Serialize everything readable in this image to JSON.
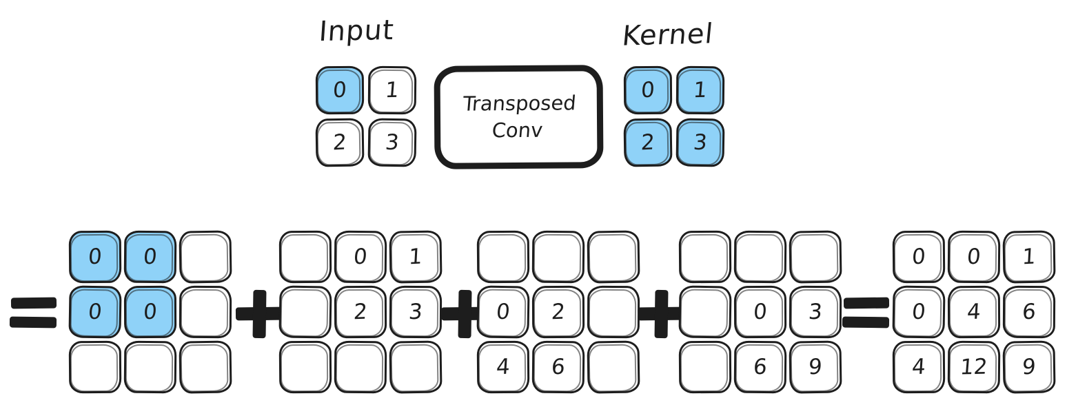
{
  "diagram": {
    "title_top_labels": {
      "input": "Input",
      "kernel": "Kernel"
    },
    "operation_box": {
      "label": "Transposed\nConv"
    },
    "colors": {
      "highlight_blue": "#8fd2f8",
      "ink": "#1d1d1d",
      "background": "#ffffff"
    },
    "operators": {
      "equals": "=",
      "plus": "+"
    }
  },
  "chart_data": {
    "type": "table",
    "title": "Transposed Convolution worked example",
    "input": {
      "name": "Input",
      "rows": 2,
      "cols": 2,
      "cells": [
        [
          {
            "value": "0",
            "highlight": true
          },
          {
            "value": "1",
            "highlight": false
          }
        ],
        [
          {
            "value": "2",
            "highlight": false
          },
          {
            "value": "3",
            "highlight": false
          }
        ]
      ]
    },
    "kernel": {
      "name": "Kernel",
      "rows": 2,
      "cols": 2,
      "cells": [
        [
          {
            "value": "0",
            "highlight": true
          },
          {
            "value": "1",
            "highlight": true
          }
        ],
        [
          {
            "value": "2",
            "highlight": true
          },
          {
            "value": "3",
            "highlight": true
          }
        ]
      ]
    },
    "terms": [
      {
        "index": 0,
        "leading_operator": "=",
        "rows": 3,
        "cols": 3,
        "cells": [
          [
            {
              "value": "0",
              "highlight": true
            },
            {
              "value": "0",
              "highlight": true
            },
            {
              "value": "",
              "highlight": false
            }
          ],
          [
            {
              "value": "0",
              "highlight": true
            },
            {
              "value": "0",
              "highlight": true
            },
            {
              "value": "",
              "highlight": false
            }
          ],
          [
            {
              "value": "",
              "highlight": false
            },
            {
              "value": "",
              "highlight": false
            },
            {
              "value": "",
              "highlight": false
            }
          ]
        ]
      },
      {
        "index": 1,
        "leading_operator": "+",
        "rows": 3,
        "cols": 3,
        "cells": [
          [
            {
              "value": "",
              "highlight": false
            },
            {
              "value": "0",
              "highlight": false
            },
            {
              "value": "1",
              "highlight": false
            }
          ],
          [
            {
              "value": "",
              "highlight": false
            },
            {
              "value": "2",
              "highlight": false
            },
            {
              "value": "3",
              "highlight": false
            }
          ],
          [
            {
              "value": "",
              "highlight": false
            },
            {
              "value": "",
              "highlight": false
            },
            {
              "value": "",
              "highlight": false
            }
          ]
        ]
      },
      {
        "index": 2,
        "leading_operator": "+",
        "rows": 3,
        "cols": 3,
        "cells": [
          [
            {
              "value": "",
              "highlight": false
            },
            {
              "value": "",
              "highlight": false
            },
            {
              "value": "",
              "highlight": false
            }
          ],
          [
            {
              "value": "0",
              "highlight": false
            },
            {
              "value": "2",
              "highlight": false
            },
            {
              "value": "",
              "highlight": false
            }
          ],
          [
            {
              "value": "4",
              "highlight": false
            },
            {
              "value": "6",
              "highlight": false
            },
            {
              "value": "",
              "highlight": false
            }
          ]
        ]
      },
      {
        "index": 3,
        "leading_operator": "+",
        "rows": 3,
        "cols": 3,
        "cells": [
          [
            {
              "value": "",
              "highlight": false
            },
            {
              "value": "",
              "highlight": false
            },
            {
              "value": "",
              "highlight": false
            }
          ],
          [
            {
              "value": "",
              "highlight": false
            },
            {
              "value": "0",
              "highlight": false
            },
            {
              "value": "3",
              "highlight": false
            }
          ],
          [
            {
              "value": "",
              "highlight": false
            },
            {
              "value": "6",
              "highlight": false
            },
            {
              "value": "9",
              "highlight": false
            }
          ]
        ]
      },
      {
        "index": 4,
        "leading_operator": "=",
        "is_result": true,
        "rows": 3,
        "cols": 3,
        "cells": [
          [
            {
              "value": "0",
              "highlight": false
            },
            {
              "value": "0",
              "highlight": false
            },
            {
              "value": "1",
              "highlight": false
            }
          ],
          [
            {
              "value": "0",
              "highlight": false
            },
            {
              "value": "4",
              "highlight": false
            },
            {
              "value": "6",
              "highlight": false
            }
          ],
          [
            {
              "value": "4",
              "highlight": false
            },
            {
              "value": "12",
              "highlight": false
            },
            {
              "value": "9",
              "highlight": false
            }
          ]
        ]
      }
    ]
  }
}
